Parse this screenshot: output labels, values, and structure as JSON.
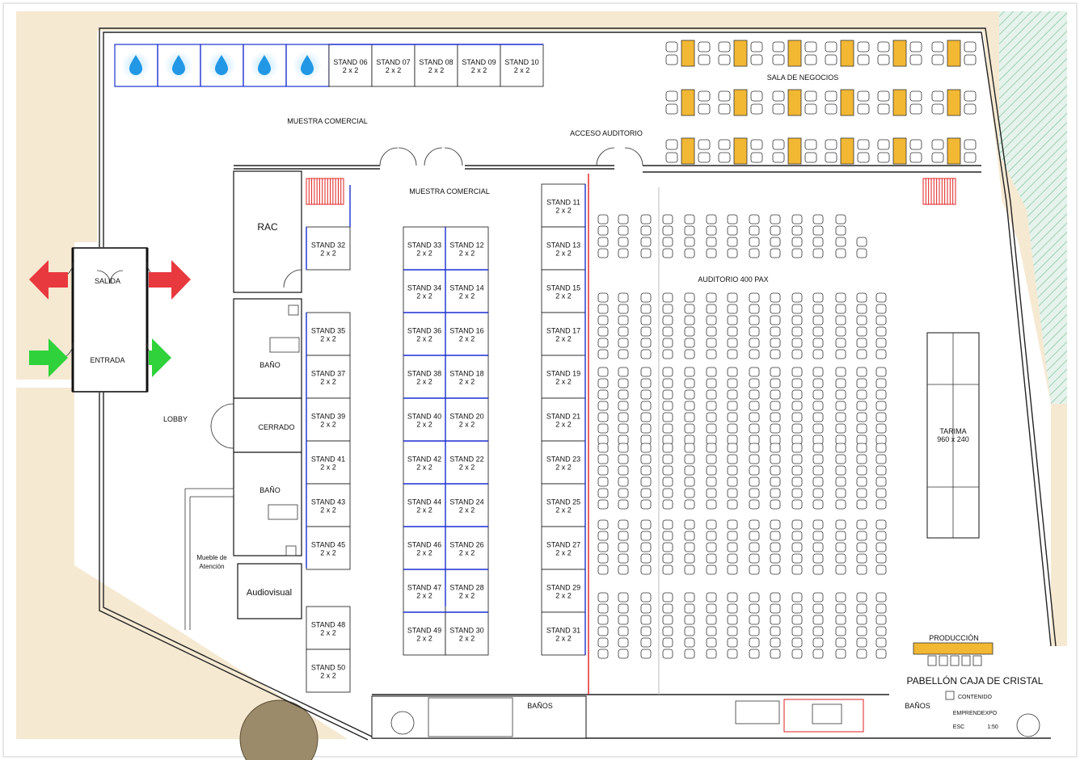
{
  "labels": {
    "muestra_top": "MUESTRA  COMERCIAL",
    "muestra_inner": "MUESTRA  COMERCIAL",
    "acceso": "ACCESO  AUDITORIO",
    "sala": "SALA DE NEGOCIOS",
    "auditorio": "AUDITORIO  400  PAX",
    "salida": "SALIDA",
    "entrada": "ENTRADA",
    "lobby": "LOBBY",
    "rac": "RAC",
    "bano1": "BAÑO",
    "bano2": "BAÑO",
    "cerrado": "CERRADO",
    "mueble1": "Mueble de",
    "mueble2": "Atención",
    "audiovisual": "Audiovisual",
    "tarima1": "TARIMA",
    "tarima2": "960 x 240",
    "produccion": "PRODUCCIÓN",
    "pabellon": "PABELLÓN  CAJA DE CRISTAL",
    "banos_bottom": "BAÑOS",
    "banos_right": "BAÑOS",
    "contenido": "CONTENIDO",
    "emprendexpo": "EMPRENDEXPO",
    "esc": "ESC",
    "scale": "1:50"
  },
  "stand_size": "2 x 2",
  "top_stands": [
    "STAND 06",
    "STAND 07",
    "STAND 08",
    "STAND 09",
    "STAND 10"
  ],
  "left_col": [
    "STAND 32",
    "STAND 35",
    "STAND 37",
    "STAND 39",
    "STAND 41",
    "STAND 43",
    "STAND 45"
  ],
  "left_col_bottom": [
    "STAND 48",
    "STAND 50"
  ],
  "mid_left": [
    "STAND 33",
    "STAND 34",
    "STAND 36",
    "STAND 38",
    "STAND 40",
    "STAND 42",
    "STAND 44",
    "STAND 46",
    "STAND 47",
    "STAND 49"
  ],
  "mid_right": [
    "STAND 12",
    "STAND 14",
    "STAND 16",
    "STAND 18",
    "STAND 20",
    "STAND 22",
    "STAND 24",
    "STAND 26",
    "STAND 28",
    "STAND 30"
  ],
  "right_col": [
    "STAND 11",
    "STAND 13",
    "STAND 15",
    "STAND 17",
    "STAND 19",
    "STAND 21",
    "STAND 23",
    "STAND 25",
    "STAND 27",
    "STAND 29",
    "STAND 31"
  ],
  "colors": {
    "exit_arrow": "#e8393f",
    "entry_arrow": "#2fd23a",
    "stand_line": "#1a2fd0",
    "table": "#f2b833",
    "stair": "#e02020",
    "hatch": "#d9efe4",
    "sand": "#f6e9d2"
  }
}
